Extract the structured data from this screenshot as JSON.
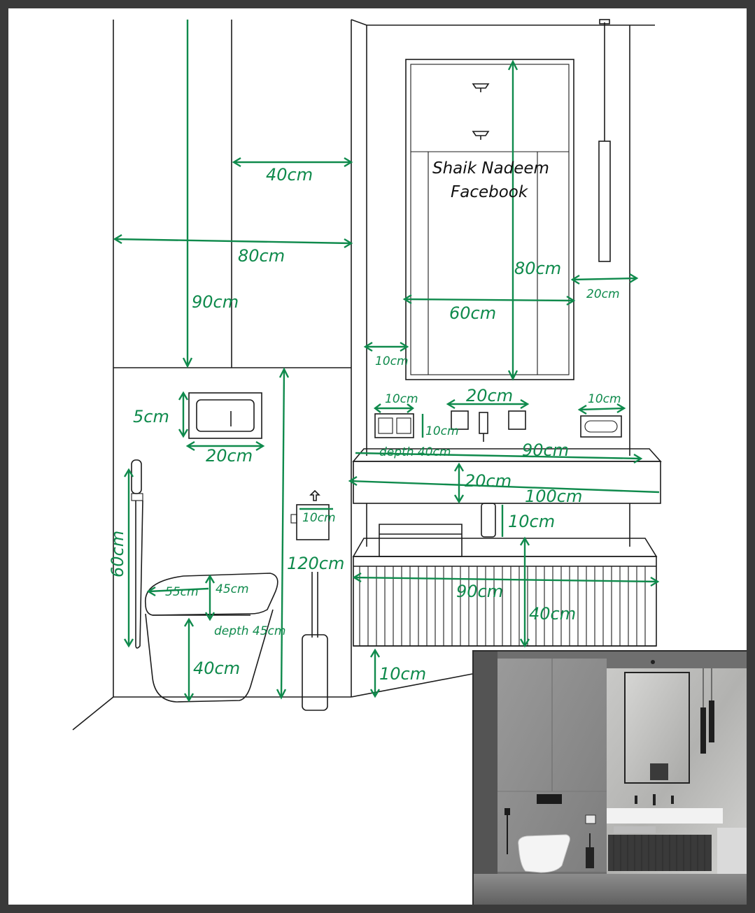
{
  "watermark": {
    "line1": "Shaik Nadeem",
    "line2": "Facebook"
  },
  "dimensions": {
    "cabinet_upper_width": "40cm",
    "wall_width": "80cm",
    "upper_height": "90cm",
    "mirror_height": "80cm",
    "mirror_width": "60cm",
    "mirror_right_gap": "20cm",
    "mirror_left_gap": "10cm",
    "flush_plate_height": "5cm",
    "flush_plate_width": "20cm",
    "socket_left_width": "10cm",
    "faucet_span": "20cm",
    "socket_right_width": "10cm",
    "socket_height": "10cm",
    "counter_depth": "depth 40cm",
    "counter_length_inner": "90cm",
    "counter_thickness": "20cm",
    "counter_length": "100cm",
    "gap_above_cabinet": "10cm",
    "cabinet_width": "90cm",
    "cabinet_height": "40cm",
    "cabinet_lift": "10cm",
    "shower_height": "60cm",
    "toilet_width": "55cm",
    "toilet_lid_height": "45cm",
    "toilet_depth": "depth 45cm",
    "toilet_seat_height": "40cm",
    "paper_holder": "10cm",
    "box_height": "120cm"
  },
  "colors": {
    "dimension_ink": "#0f8a4c",
    "line_ink": "#1c1c1c",
    "frame": "#3a3a3a"
  }
}
